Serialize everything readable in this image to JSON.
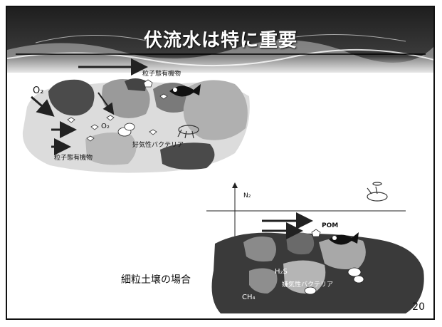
{
  "slide": {
    "title": "伏流水は特に重要",
    "page_number": "20"
  },
  "top_diagram": {
    "o2_label_1": "O₂",
    "o2_label_2": "O₂",
    "particle_label_top": "粒子態有機物",
    "particle_label_bottom": "粒子態有機物",
    "bacteria_label": "好気性バクテリア"
  },
  "bottom_diagram": {
    "n2_label": "N₂",
    "pom_label": "POM",
    "h2s_label": "H₂S",
    "bacteria_label": "嫌気性バクテリア",
    "ch4_label": "CH₄",
    "caption": "細粒土壌の場合"
  },
  "colors": {
    "banner_dark": "#2b2b2b",
    "sediment_light": "#d9d9d9",
    "sediment_dark": "#3a3a3a",
    "rock_dark": "#555555",
    "rock_mid": "#9a9a9a",
    "rock_light": "#bdbdbd"
  }
}
